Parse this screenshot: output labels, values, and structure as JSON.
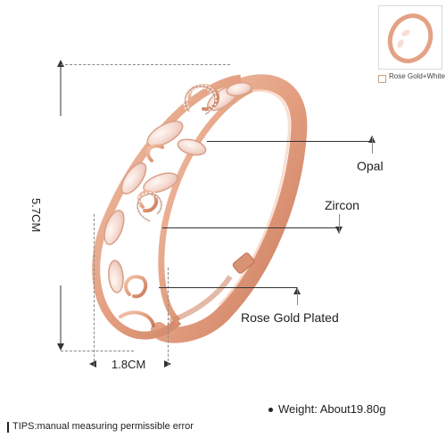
{
  "thumbnail": {
    "variant_label": "Rose Gold+White"
  },
  "measurements": {
    "height_label": "5.7CM",
    "width_label": "1.8CM"
  },
  "callouts": {
    "opal": "Opal",
    "zircon": "Zircon",
    "plating": "Rose Gold Plated"
  },
  "specs": {
    "weight": "Weight: About19.80g"
  },
  "footer": {
    "tips": "TIPS:manual measuring permissible error"
  },
  "colors": {
    "rose_gold": "#e8a98a",
    "opal": "#f4dcd4",
    "background": "#ffffff"
  },
  "icons": [
    "bracelet-image",
    "measure-arrow-icon"
  ]
}
